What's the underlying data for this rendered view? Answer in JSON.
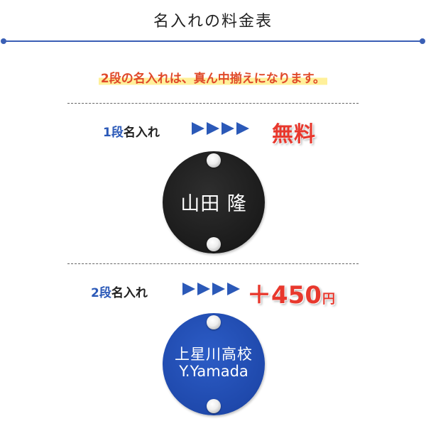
{
  "title": "名入れの料金表",
  "colors": {
    "accent_blue": "#2b59b8",
    "rule_blue": "#3a5fb5",
    "price_red": "#e8382d",
    "note_red": "#e04a2a",
    "highlight_yellow": "#fff09a",
    "plate_black": "#1b1b1b",
    "plate_blue": "#1f49ac"
  },
  "note": "2段の名入れは、真ん中揃えになります。",
  "options": [
    {
      "num": "1段",
      "label": "名入れ",
      "price": "無料",
      "plate_color": "black",
      "plate_lines": [
        "山田 隆"
      ]
    },
    {
      "num": "2段",
      "label": "名入れ",
      "price_prefix": "＋",
      "price_amount": "450",
      "price_unit": "円",
      "plate_color": "blue",
      "plate_lines": [
        "上星川高校",
        "Y.Yamada"
      ]
    }
  ],
  "icons": {
    "arrow": "triangle-right-icon",
    "screw": "screw-icon"
  }
}
